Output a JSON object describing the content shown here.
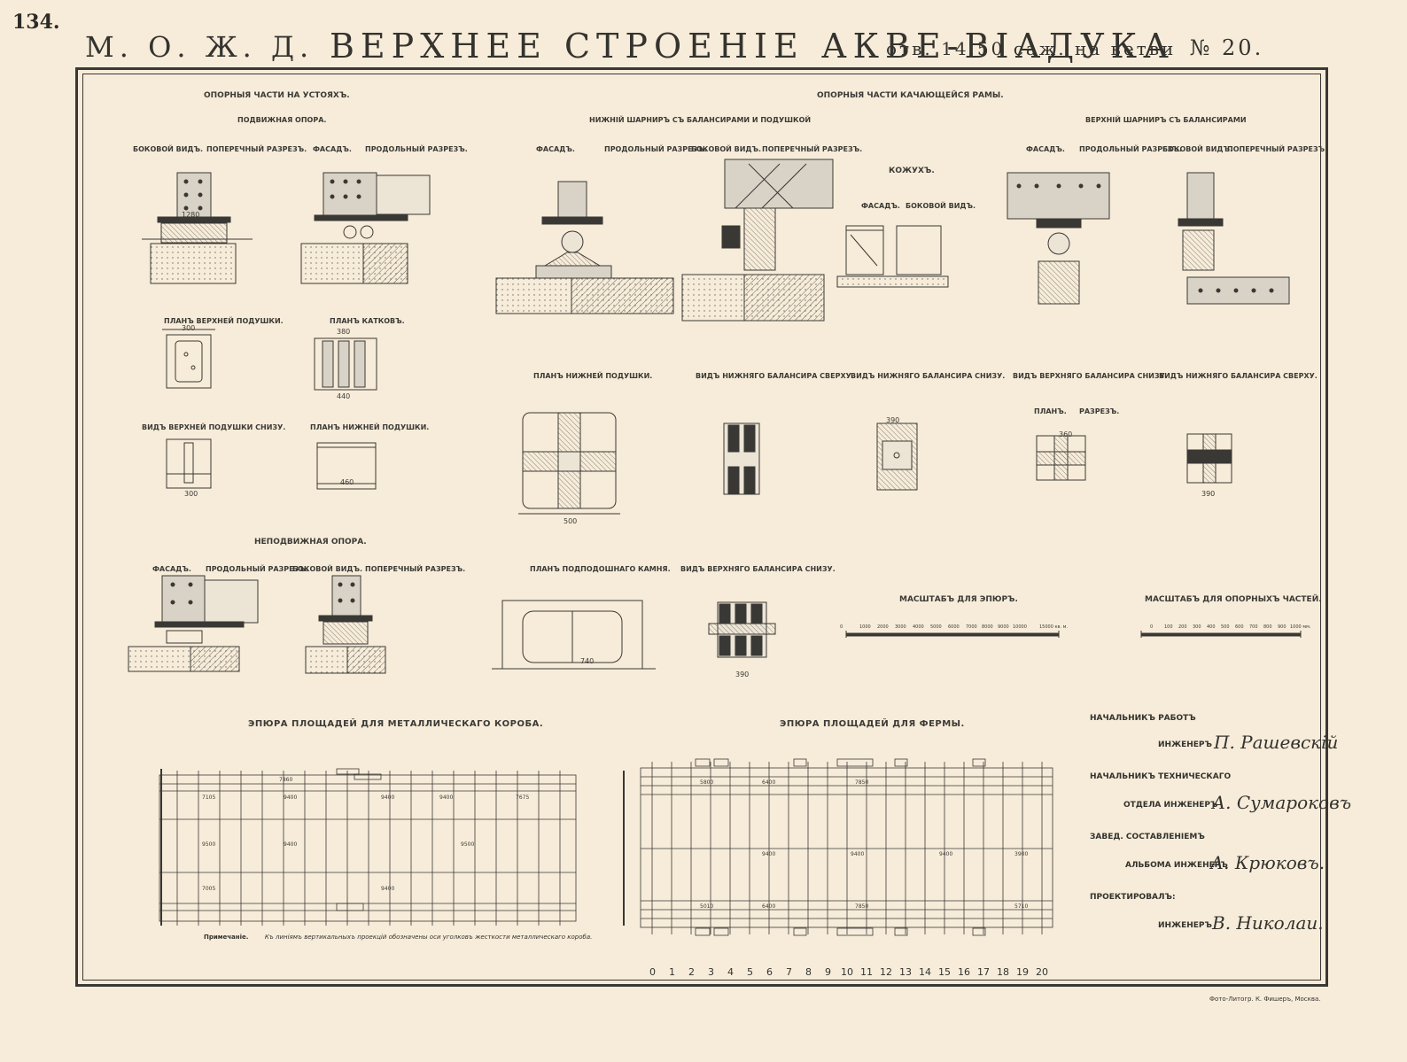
{
  "page_number": "134.",
  "header": {
    "railway": "М. О. Ж. Д.",
    "title": "ВЕРХНЕЕ СТРОЕНIЕ АКВЕ-ВIАДУКА",
    "sub_prefix": "отв.",
    "sub_span": "14,50",
    "sub_mid": "саж. на ветви",
    "sub_no": "№ 20."
  },
  "sections": {
    "abutment_bearings": "ОПОРНЫЯ ЧАСТИ НА УСТОЯХЪ.",
    "rocking_frame_bearings": "ОПОРНЫЯ ЧАСТИ КАЧАЮЩЕЙСЯ РАМЫ.",
    "movable_support": "ПОДВИЖНАЯ ОПОРА.",
    "fixed_support": "НЕПОДВИЖНАЯ ОПОРА.",
    "lower_hinge": "НИЖНIЙ ШАРНИРЪ СЪ БАЛАНСИРАМИ И ПОДУШКОЙ",
    "upper_hinge": "ВЕРХНIЙ ШАРНИРЪ СЪ БАЛАНСИРАМИ",
    "casing": "КОЖУХЪ.",
    "area_diagram_box": "ЭПЮРА ПЛОЩАДЕЙ ДЛЯ МЕТАЛЛИЧЕСКАГО КОРОБА.",
    "area_diagram_truss": "ЭПЮРА ПЛОЩАДЕЙ ДЛЯ ФЕРМЫ.",
    "scale_diagrams": "МАСШТАБЪ ДЛЯ ЭПЮРЪ.",
    "scale_bearings": "МАСШТАБЪ ДЛЯ ОПОРНЫХЪ ЧАСТЕЙ."
  },
  "views": {
    "side_view": "БОКОВОЙ ВИДЪ.",
    "cross_section": "ПОПЕРЕЧНЫЙ РАЗРЕЗЪ.",
    "facade": "ФАСАДЪ.",
    "long_section": "ПРОДОЛЬНЫЙ РАЗРЕЗЪ.",
    "plan_upper_cushion": "ПЛАНЪ ВЕРХНЕЙ ПОДУШКИ.",
    "plan_rollers": "ПЛАНЪ КАТКОВЪ.",
    "upper_cushion_below": "ВИДЪ ВЕРХНЕЙ ПОДУШКИ СНИЗУ.",
    "plan_lower_cushion": "ПЛАНЪ НИЖНЕЙ ПОДУШКИ.",
    "lower_balancer_top": "ВИДЪ НИЖНЯГО БАЛАНСИРА СВЕРХУ.",
    "lower_balancer_below": "ВИДЪ НИЖНЯГО БАЛАНСИРА СНИЗУ.",
    "upper_balancer_below": "ВИДЪ ВЕРХНЯГО БАЛАНСИРА СНИЗУ.",
    "plan": "ПЛАНЪ.",
    "section": "РАЗРЕЗЪ.",
    "plan_bed_stone": "ПЛАНЪ ПОДПОДОШНАГО КАМНЯ."
  },
  "dims": {
    "d300": "300",
    "d360": "360",
    "d380": "380",
    "d440": "440",
    "d460": "460",
    "d500": "500",
    "d390": "390",
    "d740": "740",
    "d1280": "1280"
  },
  "scale_diagram_ticks": [
    "0",
    "1000",
    "2000",
    "3000",
    "4000",
    "5000",
    "6000",
    "7000",
    "8000",
    "9000",
    "10000",
    "15000 кв. м."
  ],
  "scale_bearing_ticks": [
    "0",
    "100",
    "200",
    "300",
    "400",
    "500",
    "600",
    "700",
    "800",
    "900",
    "1000 мм."
  ],
  "truss_axis": [
    "0",
    "1",
    "2",
    "3",
    "4",
    "5",
    "6",
    "7",
    "8",
    "9",
    "10",
    "11",
    "12",
    "13",
    "14",
    "15",
    "16",
    "17",
    "18",
    "19",
    "20"
  ],
  "box_row_values": [
    "7105",
    "7860",
    "7005",
    "9400",
    "9400",
    "9400",
    "7675",
    "9500",
    "9400",
    "9400",
    "9500"
  ],
  "truss_row_values": [
    "5800",
    "6400",
    "7850",
    "9400",
    "9400",
    "9400",
    "3900",
    "5010",
    "6400",
    "7850",
    "5710"
  ],
  "note_label": "Примечанiе.",
  "note_text": "Къ линiямъ вертикальныхъ проекцiй обозначены оси уголковъ жесткости металлическаго короба.",
  "signatures": [
    {
      "role": "НАЧАЛЬНИКЪ РАБОТЪ",
      "title": "ИНЖЕНЕРЪ",
      "name": "П. Рашевскiй"
    },
    {
      "role": "НАЧАЛЬНИКЪ ТЕХНИЧЕСКАГО",
      "title": "ОТДЕЛА ИНЖЕНЕРЪ",
      "name": "А. Сумароковъ"
    },
    {
      "role": "ЗАВЕД. СОСТАВЛЕНIЕМЪ",
      "title": "АЛЬБОМА ИНЖЕНЕРЪ",
      "name": "А. Крюковъ."
    },
    {
      "role": "ПРОЕКТИРОВАЛЪ:",
      "title": "ИНЖЕНЕРЪ",
      "name": "В. Николаи."
    }
  ],
  "printer": "Фото-Литогр. К. Фишеръ, Москва."
}
